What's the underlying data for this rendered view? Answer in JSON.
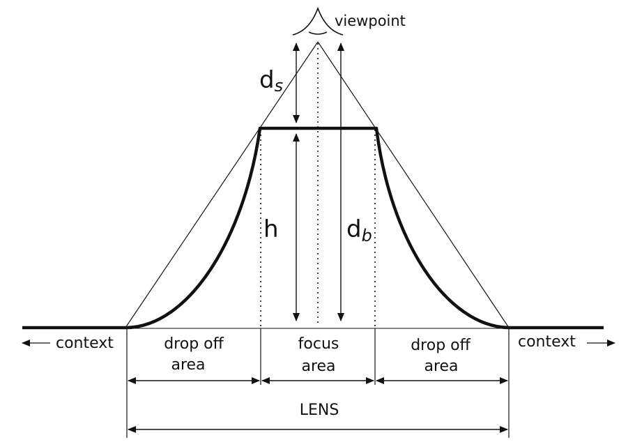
{
  "labels": {
    "viewpoint": "viewpoint",
    "ds_main": "d",
    "ds_sub": "s",
    "h": "h",
    "db_main": "d",
    "db_sub": "b",
    "context_left": "context",
    "context_right": "context",
    "dropoff_left_line1": "drop off",
    "dropoff_left_line2": "area",
    "focus_line1": "focus",
    "focus_line2": "area",
    "dropoff_right_line1": "drop off",
    "dropoff_right_line2": "area",
    "lens": "LENS"
  },
  "colors": {
    "ink": "#111111",
    "background": "#ffffff"
  },
  "icons": {
    "viewpoint": "eye-icon"
  }
}
